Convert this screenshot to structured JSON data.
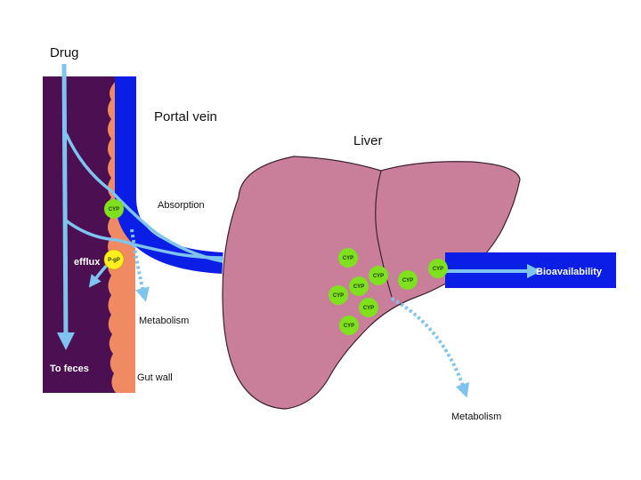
{
  "labels": {
    "drug": "Drug",
    "portal_vein": "Portal vein",
    "liver": "Liver",
    "absorption": "Absorption",
    "efflux": "efflux",
    "pgp": "P-gP",
    "metabolism_gut": "Metabolism",
    "to_feces": "To feces",
    "gut_wall": "Gut wall",
    "bioavailability": "Bioavailability",
    "metabolism_liver": "Metabolism",
    "cyp": "CYP"
  },
  "colors": {
    "lumen": "#4b0f52",
    "gut_wall": "#f08a62",
    "portal_vein": "#0a1ee6",
    "drug_flow": "#7fc4ee",
    "liver": "#c97e9a",
    "cyp_enzyme": "#7fe01e",
    "pgp_transporter": "#ffef1a"
  }
}
